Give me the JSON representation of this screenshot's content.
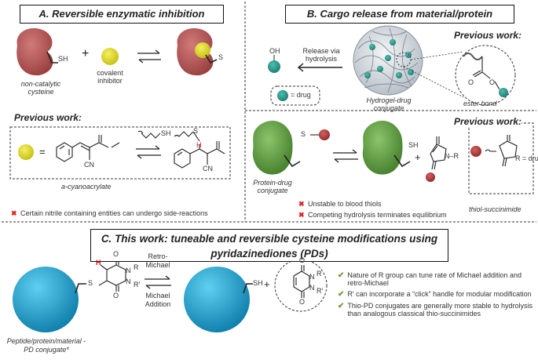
{
  "colors": {
    "enzyme": "#b95a5a",
    "inhibitor": "#ddd81a",
    "drug": "#2a9a8a",
    "protein": "#5a9a3a",
    "peptide_sphere": "#1aa0c8",
    "highlight_h": "#d21010",
    "pyridazinedione_bracket": "#333333"
  },
  "panel_a": {
    "title": "A. Reversible enzymatic inhibition",
    "sh": "SH",
    "s": "S",
    "plus": "+",
    "label_cysteine": "non-catalytic cysteine",
    "label_inhibitor": "covalent inhibitor",
    "previous_work": "Previous work:",
    "equals": "=",
    "cn": "CN",
    "h": "H",
    "compound_name": "a-cyanoacrylate",
    "note": "Certain nitrile containing entities can undergo side-reactions"
  },
  "panel_b": {
    "title": "B. Cargo release from material/protein",
    "oh": "OH",
    "release_label": "Release via hydrolysis",
    "legend_equals": "= drug",
    "hydrogel_label": "Hydrogel-drug conjugate",
    "previous_work_top": "Previous work:",
    "ester_label": "ester bond",
    "o": "O",
    "s": "S",
    "sh": "SH",
    "plus": "+",
    "n_r": "N–R",
    "protein_label": "Protein-drug conjugate",
    "note1": "Unstable to blood thiols",
    "note2": "Competing hydrolysis terminates equilibrium",
    "previous_work_bottom": "Previous work:",
    "r_eq_drug": "R = drug",
    "succinimide_label": "thiol-succinimide"
  },
  "panel_c": {
    "title_line1": "C. This work: tuneable and reversible cysteine modifications using",
    "title_line2": "pyridazinediones (PDs)",
    "retro_michael": "Retro-Michael",
    "michael_addition": "Michael Addition",
    "s": "S",
    "h": "H",
    "o": "O",
    "n": "N",
    "r": "R",
    "r_prime": "R′",
    "sh": "SH",
    "plus": "+",
    "conjugate_label": "Peptide/protein/material - PD conjugate*",
    "bullets": [
      "Nature of R group can tune rate of Michael addition and retro-Michael",
      "R′ can incorporate a “click” handle for modular modification",
      "Thio-PD conjugates are generally more stable to hydrolysis than analogous classical thio-succinimides"
    ]
  },
  "icons": [
    "cross-mark-icon",
    "check-mark-icon",
    "equilibrium-arrows-icon",
    "release-arrow-icon"
  ]
}
